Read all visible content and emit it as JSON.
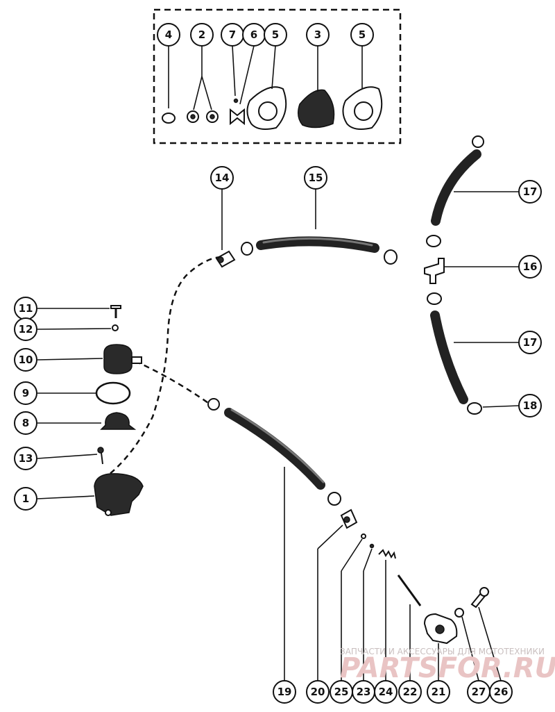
{
  "watermark": {
    "line": "ЗАПЧАСТИ И АКСЕССУАРЫ ДЛЯ МОТОТЕХНИКИ",
    "logo": "PARTSFOR.RU"
  },
  "callouts": {
    "c1": "1",
    "c2": "2",
    "c3": "3",
    "c4": "4",
    "c5a": "5",
    "c5b": "5",
    "c6": "6",
    "c7": "7",
    "c8": "8",
    "c9": "9",
    "c10": "10",
    "c11": "11",
    "c12": "12",
    "c13": "13",
    "c14": "14",
    "c15": "15",
    "c16": "16",
    "c17a": "17",
    "c17b": "17",
    "c18": "18",
    "c19": "19",
    "c20": "20",
    "c21": "21",
    "c22": "22",
    "c23": "23",
    "c24": "24",
    "c25": "25",
    "c26": "26",
    "c27": "27"
  }
}
